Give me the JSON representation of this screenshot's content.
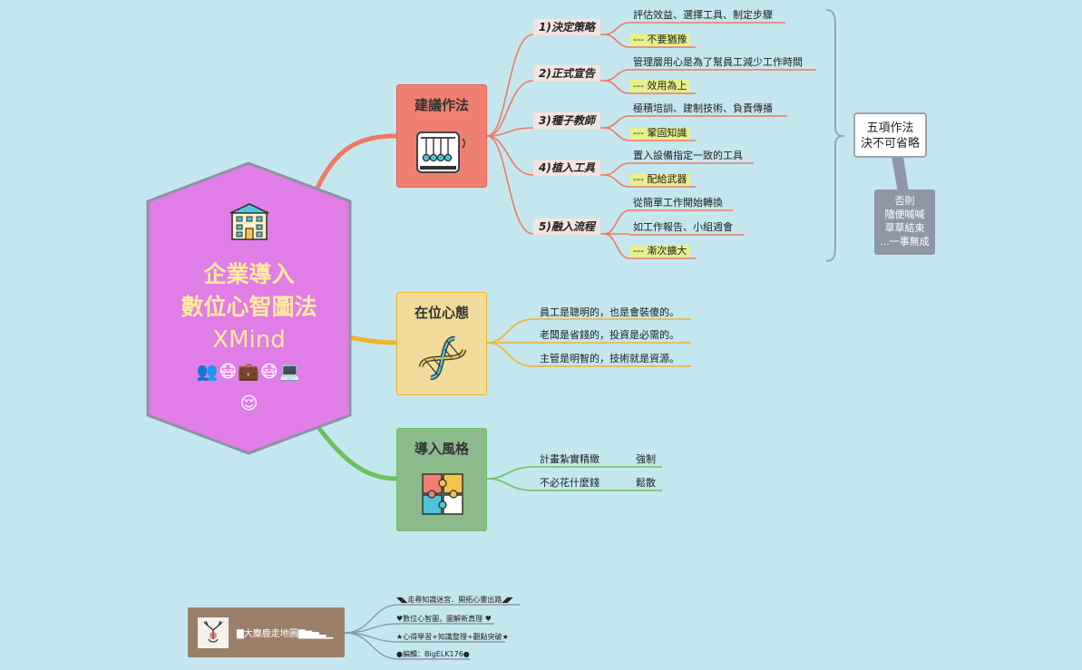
{
  "center": {
    "title_lines": [
      "企業導入",
      "數位心智圖法",
      "XMind"
    ],
    "emoji_row1": "👥😷💼😷💻",
    "emoji_row2": "😌"
  },
  "branches": [
    {
      "title": "建議作法",
      "color": "#ef8071",
      "icon": "newtons-cradle-icon",
      "steps": [
        {
          "label": "1)決定策略",
          "items": [
            {
              "text": "評估效益、選擇工具、制定步驟"
            },
            {
              "text": "--- 不要猶豫",
              "highlight": true
            }
          ]
        },
        {
          "label": "2)正式宣告",
          "items": [
            {
              "text": "管理層用心是為了幫員工減少工作時間"
            },
            {
              "text": "--- 效用為上",
              "highlight": true
            }
          ]
        },
        {
          "label": "3)種子教師",
          "items": [
            {
              "text": "極積培訓、建制技術、負責傳播"
            },
            {
              "text": "--- 鞏固知識",
              "highlight": true
            }
          ]
        },
        {
          "label": "4)植入工具",
          "items": [
            {
              "text": "置入設備指定一致的工具"
            },
            {
              "text": "--- 配給武器",
              "highlight": true
            }
          ]
        },
        {
          "label": "5)融入流程",
          "items": [
            {
              "text": "從簡單工作開始轉換"
            },
            {
              "text": "如工作報告、小組週會"
            },
            {
              "text": "--- 漸次擴大",
              "highlight": true
            }
          ]
        }
      ]
    },
    {
      "title": "在位心態",
      "color": "#f1db9a",
      "icon": "dna-icon",
      "items": [
        "員工是聰明的，也是會裝傻的。",
        "老闆是省錢的，投資是必需的。",
        "主管是明智的，技術就是資源。"
      ]
    },
    {
      "title": "導入風格",
      "color": "#8cba8c",
      "icon": "puzzle-icon",
      "items": [
        {
          "text": "計畫紮實精緻",
          "tag": "強制"
        },
        {
          "text": "不必花什麼錢",
          "tag": "鬆散"
        }
      ]
    }
  ],
  "summary": {
    "callout_lines": [
      "五項作法",
      "決不可省略"
    ],
    "note_lines": [
      "否則",
      "隨便喊喊",
      "草草結束",
      "...一事無成"
    ]
  },
  "footer": {
    "title": "▇大麋鹿走地圖▇▆▅▃▁",
    "items": [
      "◥◣走尋知識迷宮．開拓心靈出路◢◤",
      "♥數位心智圖，圖解新真理 ♥",
      "★心得學習+知識整理+觀點突破★",
      "●編輯：BigELK176●"
    ]
  },
  "colors": {
    "background": "#c4e6ef",
    "center_fill": "#e07de6",
    "center_text": "#ffeaa0",
    "link_red": "#ee7a62",
    "link_yellow": "#f0b429",
    "link_green": "#6cc25a",
    "footer": "#9c7f6a"
  }
}
